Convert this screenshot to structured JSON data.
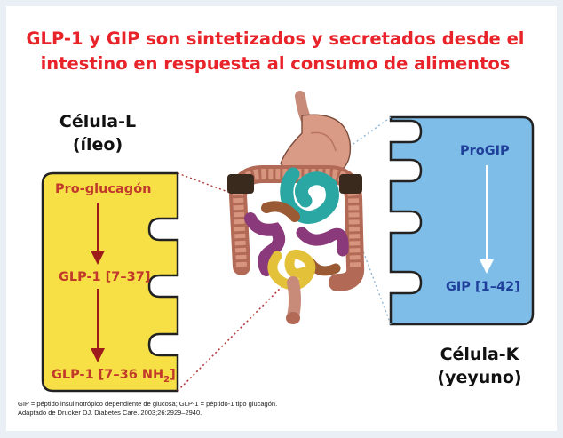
{
  "title": {
    "line1": "GLP-1 y GIP son sintetizados y secretados desde el",
    "line2": "intestino en respuesta al consumo de alimentos"
  },
  "l_cell": {
    "name": "Célula-L",
    "location": "(íleo)",
    "step1": "Pro-glucagón",
    "step2": "GLP-1 [7–37]",
    "step3_main": "GLP-1 [7–36 NH",
    "step3_sub": "2",
    "step3_end": "]",
    "fill_color": "#f6e045"
  },
  "k_cell": {
    "name": "Célula-K",
    "location": "(yeyuno)",
    "step1": "ProGIP",
    "step2": "GIP [1–42]",
    "fill_color": "#7fbde9"
  },
  "footnote": {
    "line1": "GIP = péptido insulinotrópico dependiente de glucosa; GLP-1 = péptido-1 tipo glucagón.",
    "line2": "Adaptado de  Drucker DJ. Diabetes Care. 2003;26:2929–2940."
  },
  "colors": {
    "title_red": "#e8232a",
    "arrow_red": "#9e1b1b",
    "label_blue": "#1f3f9a"
  }
}
